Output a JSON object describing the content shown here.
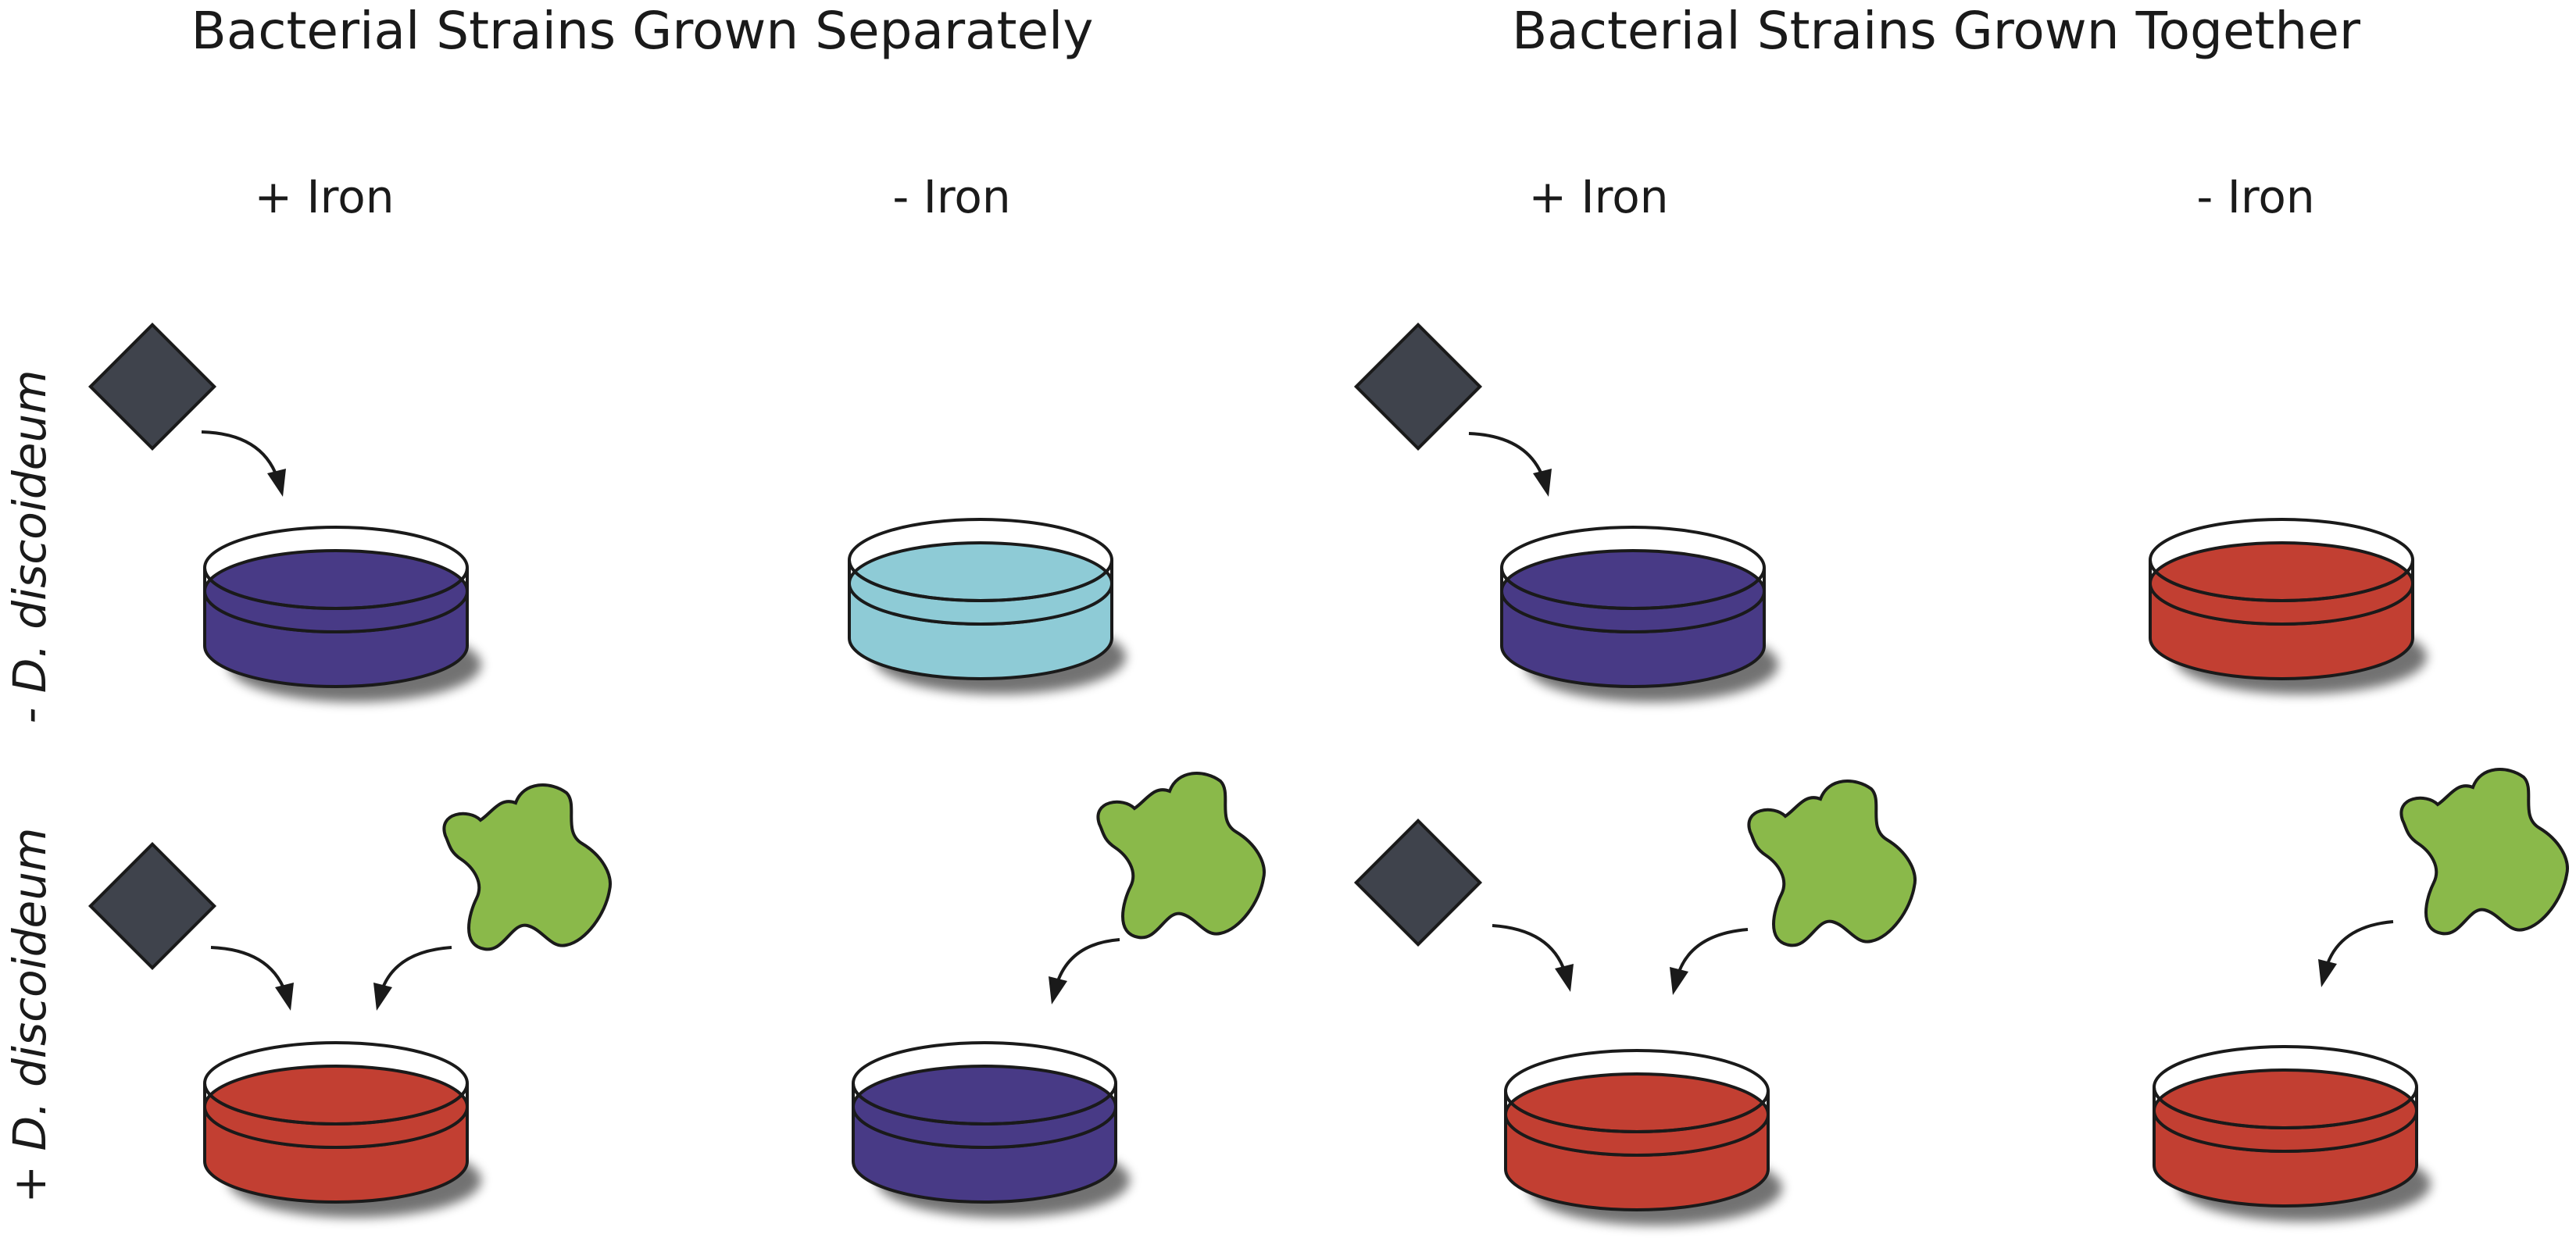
{
  "headings": {
    "separate": "Bacterial Strains Grown Separately",
    "together": "Bacterial Strains Grown Together"
  },
  "columns": {
    "c1": "+ Iron",
    "c2": "- Iron",
    "c3": "+ Iron",
    "c4": "- Iron"
  },
  "rows": {
    "r1": "- D. discoideum",
    "r2": "+ D. discoideum"
  },
  "colors": {
    "purple": "#483a86",
    "light_blue": "#8ecbd6",
    "red": "#c23f32",
    "iron_diamond": "#3f434c",
    "amoeba_green": "#8ab94a",
    "dish_rim": "#ffffff",
    "outline": "#1a1a1a"
  },
  "dishes": [
    {
      "id": "r1c1",
      "liquid": "purple",
      "iron": true,
      "amoeba": false
    },
    {
      "id": "r1c2",
      "liquid": "light_blue",
      "iron": false,
      "amoeba": false
    },
    {
      "id": "r1c3",
      "liquid": "purple",
      "iron": true,
      "amoeba": false
    },
    {
      "id": "r1c4",
      "liquid": "red",
      "iron": false,
      "amoeba": false
    },
    {
      "id": "r2c1",
      "liquid": "red",
      "iron": true,
      "amoeba": true
    },
    {
      "id": "r2c2",
      "liquid": "purple",
      "iron": false,
      "amoeba": true
    },
    {
      "id": "r2c3",
      "liquid": "red",
      "iron": true,
      "amoeba": true
    },
    {
      "id": "r2c4",
      "liquid": "red",
      "iron": false,
      "amoeba": true
    }
  ]
}
